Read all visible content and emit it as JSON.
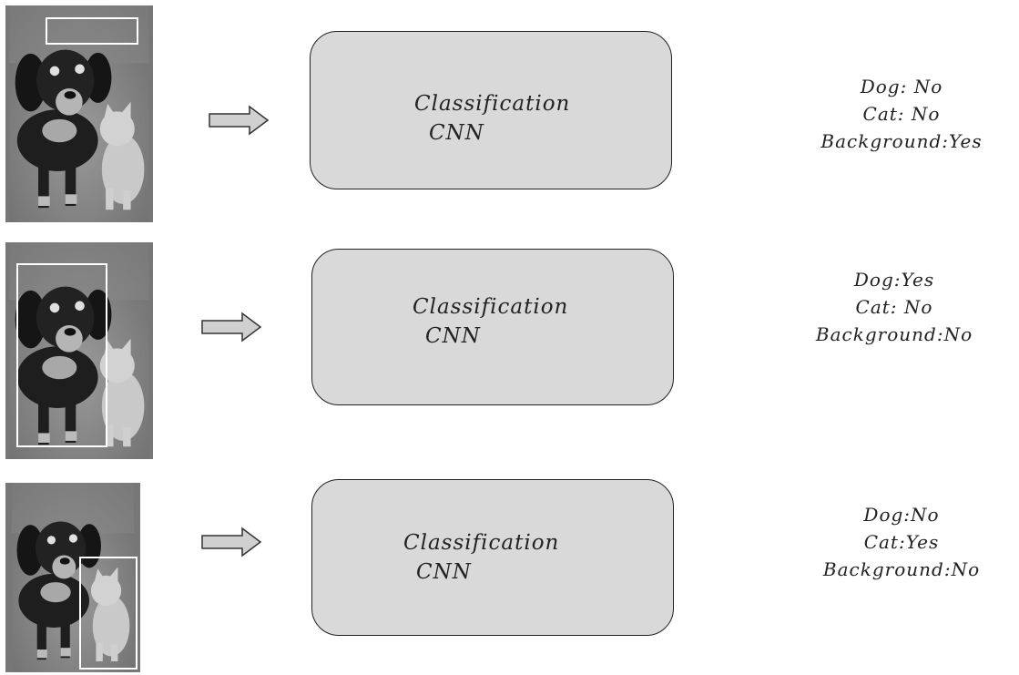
{
  "rows": [
    {
      "region": "background",
      "box": {
        "line1": "Classification",
        "line2": "CNN"
      },
      "labels": [
        {
          "name": "Dog",
          "sep": ": ",
          "value": "No"
        },
        {
          "name": "Cat",
          "sep": ": ",
          "value": "No"
        },
        {
          "name": "Background",
          "sep": ":",
          "value": "Yes"
        }
      ]
    },
    {
      "region": "dog",
      "box": {
        "line1": "Classification",
        "line2": "CNN"
      },
      "labels": [
        {
          "name": "Dog",
          "sep": ":",
          "value": "Yes"
        },
        {
          "name": "Cat",
          "sep": ": ",
          "value": "No"
        },
        {
          "name": "Background",
          "sep": ":",
          "value": "No"
        }
      ]
    },
    {
      "region": "cat",
      "box": {
        "line1": "Classification",
        "line2": "CNN"
      },
      "labels": [
        {
          "name": "Dog",
          "sep": ":",
          "value": "No"
        },
        {
          "name": "Cat",
          "sep": ":",
          "value": "Yes"
        },
        {
          "name": "Background",
          "sep": ":",
          "value": "No"
        }
      ]
    }
  ]
}
